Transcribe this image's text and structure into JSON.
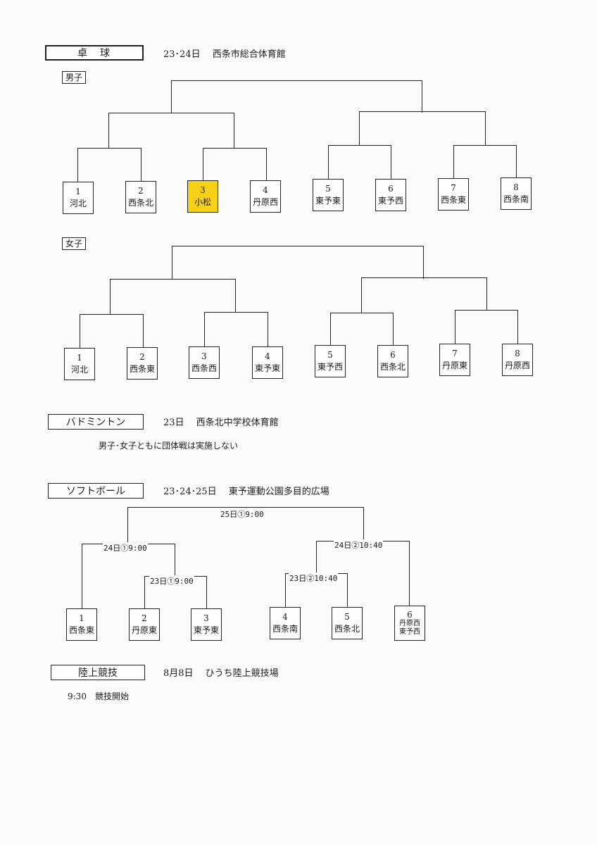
{
  "table_tennis": {
    "title": "卓　球",
    "info": "23･24日　 西条市総合体育館",
    "boys_label": "男子",
    "girls_label": "女子",
    "boys": [
      {
        "num": "1",
        "name": "河北"
      },
      {
        "num": "2",
        "name": "西条北"
      },
      {
        "num": "3",
        "name": "小松",
        "highlight": true
      },
      {
        "num": "4",
        "name": "丹原西"
      },
      {
        "num": "5",
        "name": "東予東"
      },
      {
        "num": "6",
        "name": "東予西"
      },
      {
        "num": "7",
        "name": "西条東"
      },
      {
        "num": "8",
        "name": "西条南"
      }
    ],
    "girls": [
      {
        "num": "1",
        "name": "河北"
      },
      {
        "num": "2",
        "name": "西条東"
      },
      {
        "num": "3",
        "name": "西条西"
      },
      {
        "num": "4",
        "name": "東予東"
      },
      {
        "num": "5",
        "name": "東予西"
      },
      {
        "num": "6",
        "name": "西条北"
      },
      {
        "num": "7",
        "name": "丹原東"
      },
      {
        "num": "8",
        "name": "丹原西"
      }
    ]
  },
  "badminton": {
    "title": "バドミントン",
    "info": "23日　 西条北中学校体育館",
    "note": "男子･女子ともに団体戦は実施しない"
  },
  "softball": {
    "title": "ソフトボール",
    "info": "23･24･25日　 東予運動公園多目的広場",
    "teams": [
      {
        "num": "1",
        "name": "西条東"
      },
      {
        "num": "2",
        "name": "丹原東"
      },
      {
        "num": "3",
        "name": "東予東"
      },
      {
        "num": "4",
        "name": "西条南"
      },
      {
        "num": "5",
        "name": "西条北"
      },
      {
        "num": "6",
        "name": "丹原西",
        "name2": "東予西"
      }
    ],
    "schedule": {
      "final": "25日①9:00",
      "left_semi": "24日①9:00",
      "left_first": "23日①9:00",
      "right_semi": "24日②10:40",
      "right_first": "23日②10:40"
    }
  },
  "athletics": {
    "title": "陸上競技",
    "info": "8月8日　 ひうち陸上競技場",
    "note": "9:30　競技開始"
  }
}
